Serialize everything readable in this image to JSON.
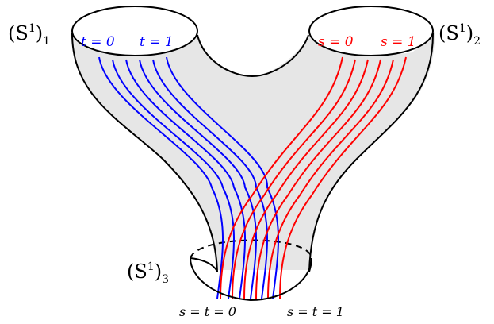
{
  "colors": {
    "surface_fill": "#e6e6e6",
    "outline": "#000000",
    "t_curves": "#0000ff",
    "s_curves": "#ff0000",
    "t_labels": "#0000ff",
    "s_labels": "#ff0000"
  },
  "labels": {
    "circle1": {
      "open": "(S",
      "sup": "1",
      "close": ")",
      "sub": "1"
    },
    "circle2": {
      "open": "(S",
      "sup": "1",
      "close": ")",
      "sub": "2"
    },
    "circle3": {
      "open": "(S",
      "sup": "1",
      "close": ")",
      "sub": "3"
    },
    "t0": "t = 0",
    "t1": "t = 1",
    "s0": "s = 0",
    "s1": "s = 1",
    "st0": "s = t = 0",
    "st1": "s = t = 1"
  },
  "curves": {
    "t_family_count": 6,
    "s_family_count": 6
  }
}
